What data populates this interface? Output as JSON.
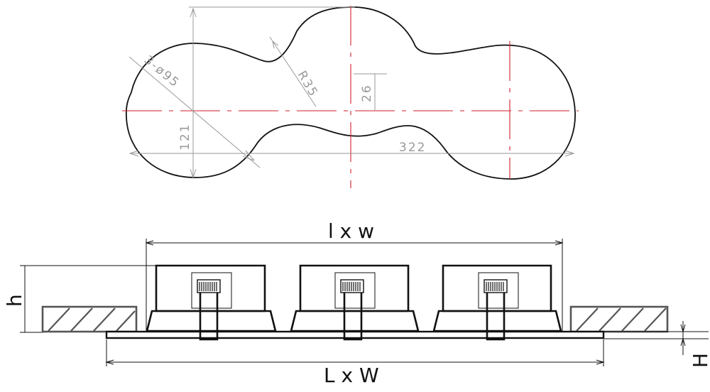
{
  "top_view": {
    "hole_label": "3-ø95",
    "radius_label": "R35",
    "gap_label": "26",
    "width_label": "121",
    "length_label": "322"
  },
  "side_view": {
    "top_dim_label": "l x w",
    "bottom_dim_label": "L x W",
    "height_label": "h",
    "panel_height_label": "H"
  }
}
